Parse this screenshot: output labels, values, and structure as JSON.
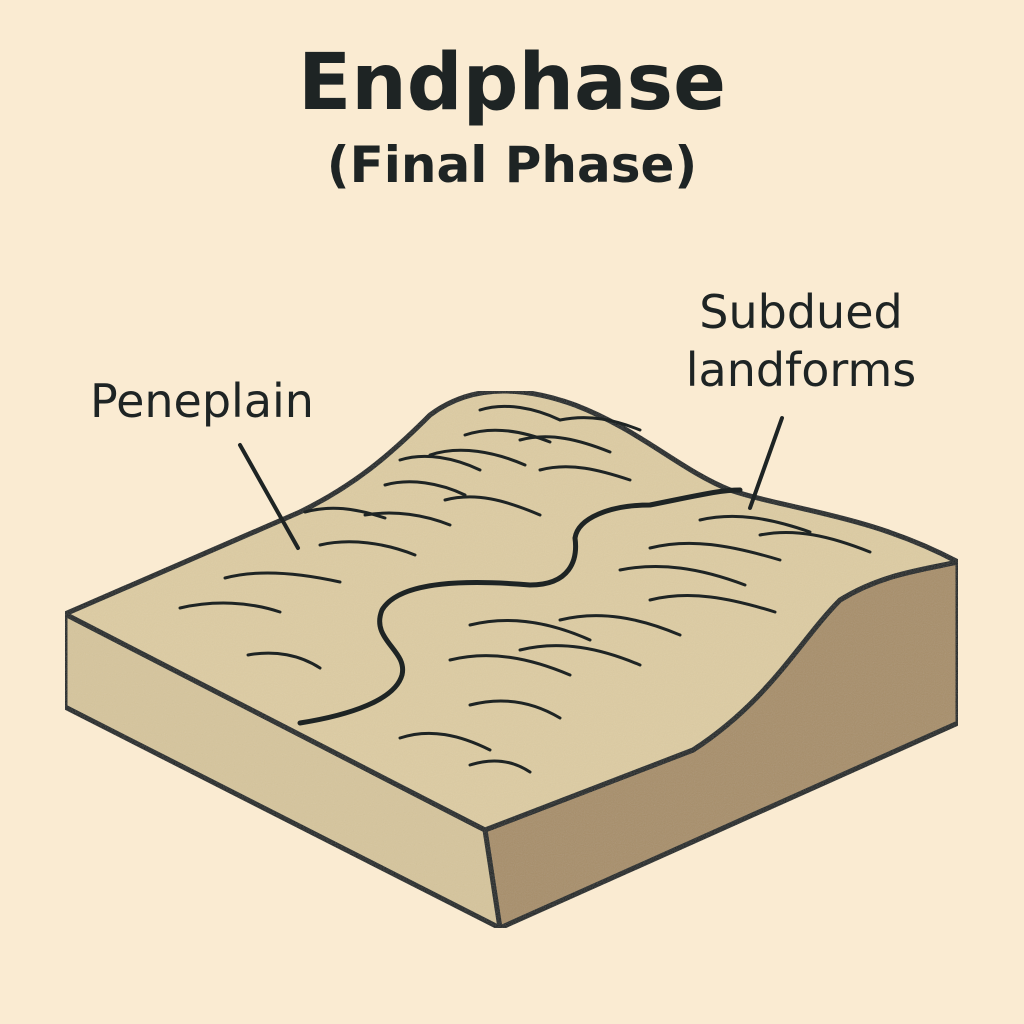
{
  "title": "Endphase",
  "subtitle": "(Final Phase)",
  "labels": {
    "peneplain": "Peneplain",
    "subdued_line1": "Subdued",
    "subdued_line2": "landforms"
  },
  "colors": {
    "background": "#faebd2",
    "top_surface": "#ddcca3",
    "front_face": "#d6c59c",
    "side_face": "#a88f6a",
    "outline": "#1e2424"
  }
}
